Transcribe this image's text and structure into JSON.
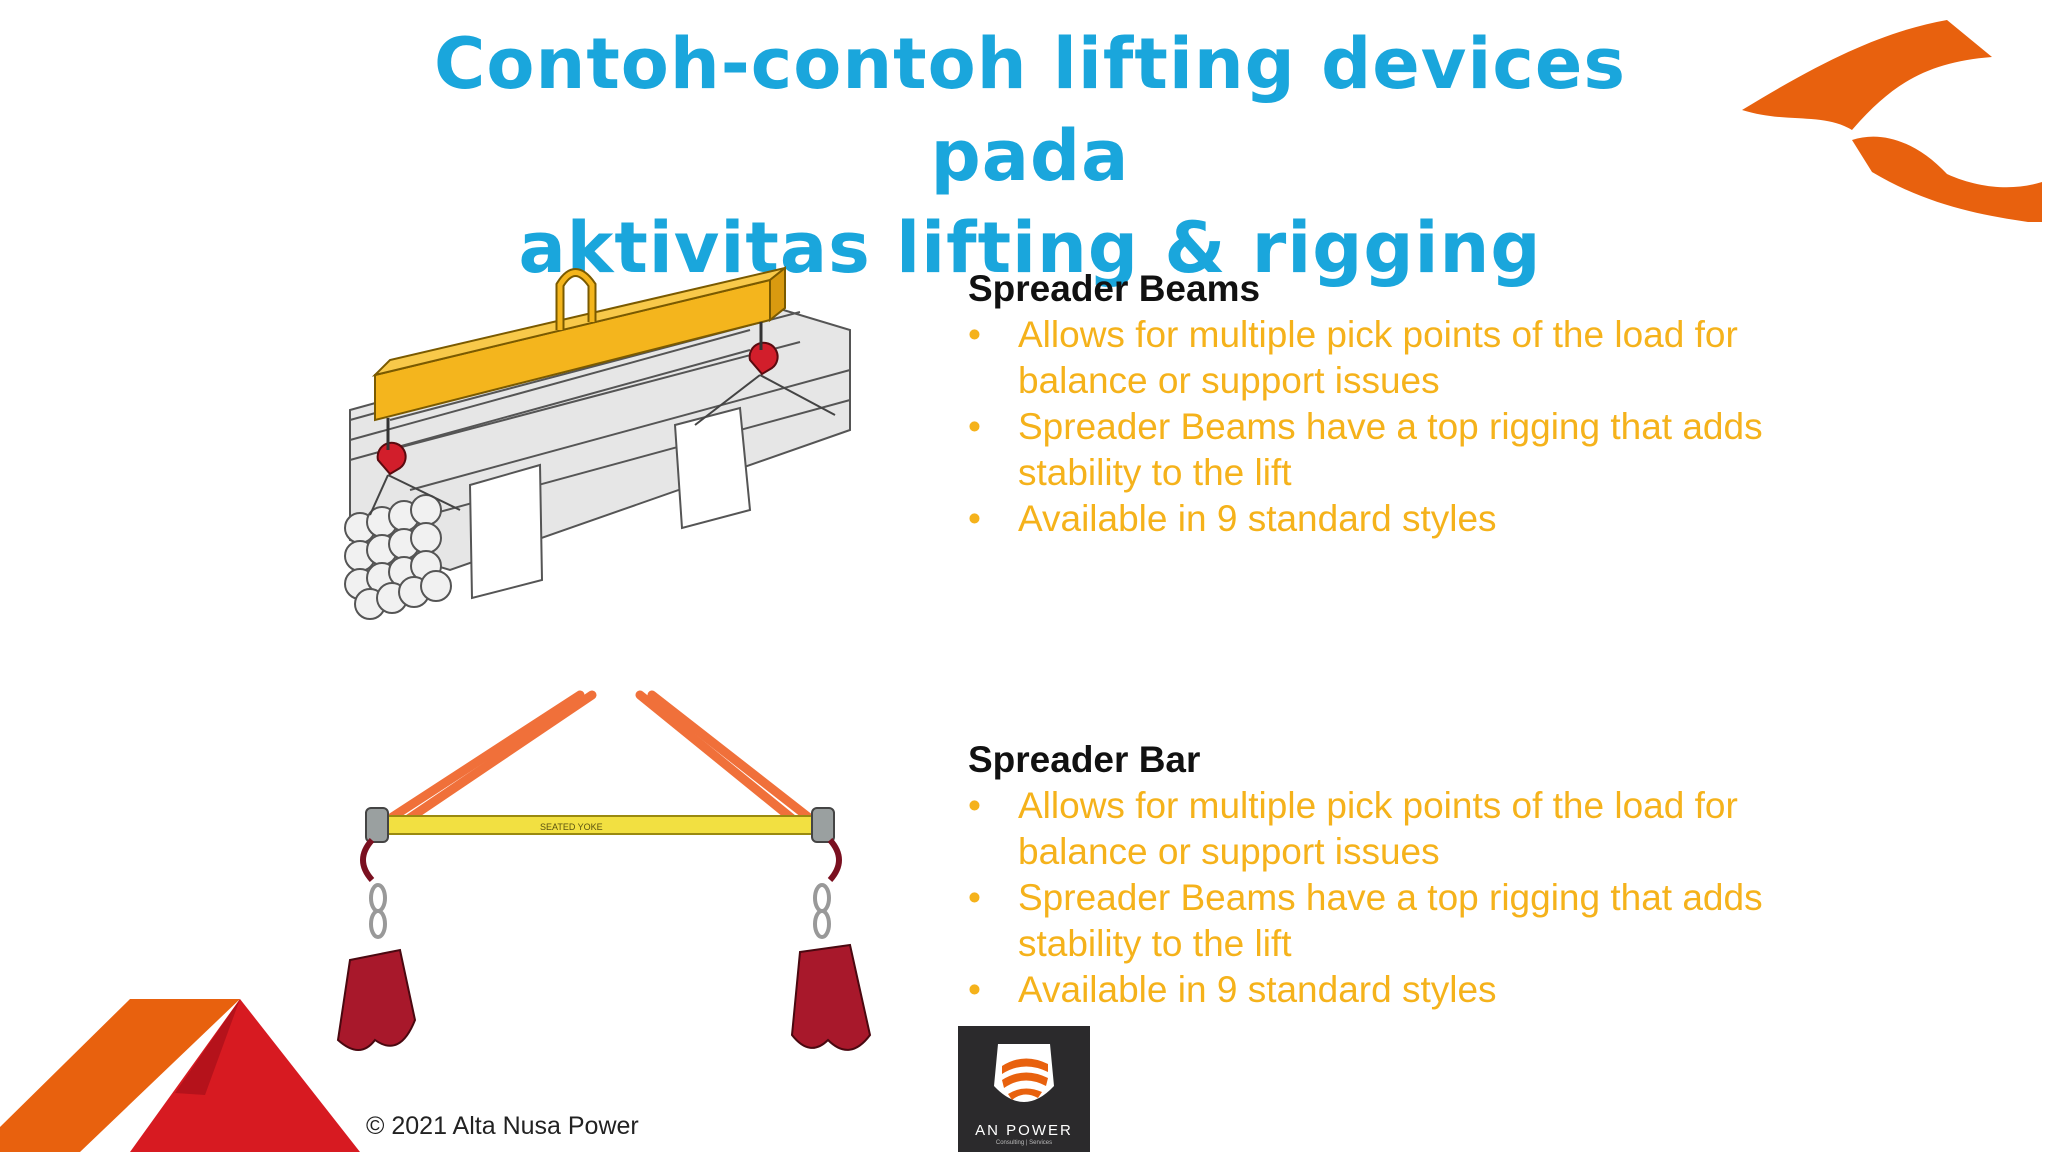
{
  "title": {
    "line1": "Contoh-contoh lifting devices pada",
    "line2": "aktivitas lifting & rigging"
  },
  "sections": [
    {
      "heading": "Spreader Beams",
      "bullets": [
        "Allows for multiple pick points of the load for balance or support issues",
        "Spreader Beams have a top rigging that adds stability to the lift",
        "Available in 9 standard styles"
      ]
    },
    {
      "heading": "Spreader Bar",
      "bullets": [
        "Allows for multiple pick points of the load for balance or support issues",
        "Spreader Beams have a top rigging that adds stability to the lift",
        "Available in 9 standard styles"
      ]
    }
  ],
  "bullet_symbol": "•",
  "footer": {
    "copyright": "© 2021 Alta Nusa Power",
    "logo_name": "AN POWER",
    "logo_sub": "Consulting | Services"
  },
  "figures": {
    "bar_print": "SEATED YOKE"
  },
  "colors": {
    "title": "#1aa6dc",
    "bullet_text": "#f5b21b",
    "brand_orange": "#e8610e",
    "brand_red": "#d71a21"
  }
}
